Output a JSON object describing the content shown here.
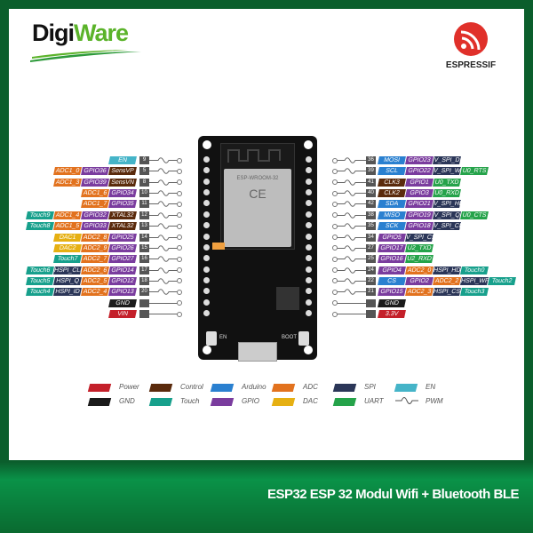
{
  "brand": {
    "digi": "Digi",
    "ware": "Ware",
    "espressif": "ESPRESSIF"
  },
  "title": "ESP32 ESP 32 Modul Wifi + Bluetooth BLE",
  "board": {
    "module_label": "ESP-WROOM-32",
    "en_button": "EN",
    "boot_button": "BOOT"
  },
  "colors": {
    "Power": "#c4202a",
    "GND": "#1b1b1b",
    "Control": "#5a2a0c",
    "Touch": "#17a08c",
    "Arduino": "#2a80d0",
    "GPIO": "#7a3c9e",
    "ADC": "#e2721e",
    "DAC": "#e6b012",
    "SPI": "#2b3658",
    "UART": "#25a34a",
    "EN": "#45b4c8",
    "PIN": "#555555"
  },
  "left_pins": [
    {
      "num": "9",
      "labels": [
        [
          "EN",
          "EN"
        ]
      ]
    },
    {
      "num": "5",
      "labels": [
        [
          "ADC1_0",
          "ADC"
        ],
        [
          "GPIO36",
          "GPIO"
        ],
        [
          "SensVP",
          "Control"
        ]
      ]
    },
    {
      "num": "8",
      "labels": [
        [
          "ADC1_3",
          "ADC"
        ],
        [
          "GPIO39",
          "GPIO"
        ],
        [
          "SensVN",
          "Control"
        ]
      ]
    },
    {
      "num": "10",
      "labels": [
        [
          "ADC1_6",
          "ADC"
        ],
        [
          "GPIO34",
          "GPIO"
        ]
      ]
    },
    {
      "num": "11",
      "labels": [
        [
          "ADC1_7",
          "ADC"
        ],
        [
          "GPIO35",
          "GPIO"
        ]
      ]
    },
    {
      "num": "12",
      "labels": [
        [
          "Touch9",
          "Touch"
        ],
        [
          "ADC1_4",
          "ADC"
        ],
        [
          "GPIO32",
          "GPIO"
        ],
        [
          "XTAL32",
          "Control"
        ]
      ]
    },
    {
      "num": "13",
      "labels": [
        [
          "Touch8",
          "Touch"
        ],
        [
          "ADC1_5",
          "ADC"
        ],
        [
          "GPIO33",
          "GPIO"
        ],
        [
          "XTAL32",
          "Control"
        ]
      ]
    },
    {
      "num": "14",
      "labels": [
        [
          "DAC1",
          "DAC"
        ],
        [
          "ADC2_8",
          "ADC"
        ],
        [
          "GPIO25",
          "GPIO"
        ]
      ]
    },
    {
      "num": "15",
      "labels": [
        [
          "DAC2",
          "DAC"
        ],
        [
          "ADC2_9",
          "ADC"
        ],
        [
          "GPIO26",
          "GPIO"
        ]
      ]
    },
    {
      "num": "16",
      "labels": [
        [
          "Touch7",
          "Touch"
        ],
        [
          "ADC2_7",
          "ADC"
        ],
        [
          "GPIO27",
          "GPIO"
        ]
      ]
    },
    {
      "num": "17",
      "labels": [
        [
          "Touch6",
          "Touch"
        ],
        [
          "HSPI_CLK",
          "SPI"
        ],
        [
          "ADC2_6",
          "ADC"
        ],
        [
          "GPIO14",
          "GPIO"
        ]
      ]
    },
    {
      "num": "18",
      "labels": [
        [
          "Touch5",
          "Touch"
        ],
        [
          "HSPI_Q",
          "SPI"
        ],
        [
          "ADC2_5",
          "ADC"
        ],
        [
          "GPIO12",
          "GPIO"
        ]
      ]
    },
    {
      "num": "20",
      "labels": [
        [
          "Touch4",
          "Touch"
        ],
        [
          "HSPI_ID",
          "SPI"
        ],
        [
          "ADC2_4",
          "ADC"
        ],
        [
          "GPIO13",
          "GPIO"
        ]
      ]
    },
    {
      "num": "",
      "labels": [
        [
          "GND",
          "GND"
        ]
      ]
    },
    {
      "num": "",
      "labels": [
        [
          "VIN",
          "Power"
        ]
      ]
    }
  ],
  "right_pins": [
    {
      "num": "36",
      "labels": [
        [
          "MOSI",
          "Arduino"
        ],
        [
          "GPIO23",
          "GPIO"
        ],
        [
          "V_SPI_D",
          "SPI"
        ]
      ]
    },
    {
      "num": "39",
      "labels": [
        [
          "SCL",
          "Arduino"
        ],
        [
          "GPIO22",
          "GPIO"
        ],
        [
          "V_SPI_WP",
          "SPI"
        ],
        [
          "U0_RTS",
          "UART"
        ]
      ]
    },
    {
      "num": "41",
      "labels": [
        [
          "CLK3",
          "Control"
        ],
        [
          "GPIO1",
          "GPIO"
        ],
        [
          "U0_TXD",
          "UART"
        ]
      ]
    },
    {
      "num": "40",
      "labels": [
        [
          "CLK2",
          "Control"
        ],
        [
          "GPIO3",
          "GPIO"
        ],
        [
          "U0_RXD",
          "UART"
        ]
      ]
    },
    {
      "num": "42",
      "labels": [
        [
          "SDA",
          "Arduino"
        ],
        [
          "GPIO21",
          "GPIO"
        ],
        [
          "V_SPI_HD",
          "SPI"
        ]
      ]
    },
    {
      "num": "38",
      "labels": [
        [
          "MISO",
          "Arduino"
        ],
        [
          "GPIO19",
          "GPIO"
        ],
        [
          "V_SPI_Q",
          "SPI"
        ],
        [
          "U0_CTS",
          "UART"
        ]
      ]
    },
    {
      "num": "35",
      "labels": [
        [
          "SCK",
          "Arduino"
        ],
        [
          "GPIO18",
          "GPIO"
        ],
        [
          "V_SPI_CLK",
          "SPI"
        ]
      ]
    },
    {
      "num": "34",
      "labels": [
        [
          "GPIO5",
          "GPIO"
        ],
        [
          "V_SPI_CS0",
          "SPI"
        ]
      ]
    },
    {
      "num": "27",
      "labels": [
        [
          "GPIO17",
          "GPIO"
        ],
        [
          "U2_TXD",
          "UART"
        ]
      ]
    },
    {
      "num": "25",
      "labels": [
        [
          "GPIO16",
          "GPIO"
        ],
        [
          "U2_RXD",
          "UART"
        ]
      ]
    },
    {
      "num": "24",
      "labels": [
        [
          "GPIO4",
          "GPIO"
        ],
        [
          "ADC2_0",
          "ADC"
        ],
        [
          "HSPI_HD",
          "SPI"
        ],
        [
          "Touch0",
          "Touch"
        ]
      ]
    },
    {
      "num": "22",
      "labels": [
        [
          "CS",
          "Arduino"
        ],
        [
          "GPIO2",
          "GPIO"
        ],
        [
          "ADC2_2",
          "ADC"
        ],
        [
          "HSPI_WP",
          "SPI"
        ],
        [
          "Touch2",
          "Touch"
        ]
      ]
    },
    {
      "num": "21",
      "labels": [
        [
          "GPIO15",
          "GPIO"
        ],
        [
          "ADC2_3",
          "ADC"
        ],
        [
          "HSPI_CS0",
          "SPI"
        ],
        [
          "Touch3",
          "Touch"
        ]
      ]
    },
    {
      "num": "",
      "labels": [
        [
          "GND",
          "GND"
        ]
      ]
    },
    {
      "num": "",
      "labels": [
        [
          "3.3V",
          "Power"
        ]
      ]
    }
  ],
  "legend": [
    {
      "label": "Power",
      "type": "Power"
    },
    {
      "label": "Control",
      "type": "Control"
    },
    {
      "label": "Arduino",
      "type": "Arduino"
    },
    {
      "label": "ADC",
      "type": "ADC"
    },
    {
      "label": "SPI",
      "type": "SPI"
    },
    {
      "label": "EN",
      "type": "EN"
    },
    {
      "label": "GND",
      "type": "GND"
    },
    {
      "label": "Touch",
      "type": "Touch"
    },
    {
      "label": "GPIO",
      "type": "GPIO"
    },
    {
      "label": "DAC",
      "type": "DAC"
    },
    {
      "label": "UART",
      "type": "UART"
    },
    {
      "label": "PWM",
      "type": "PWM"
    }
  ]
}
